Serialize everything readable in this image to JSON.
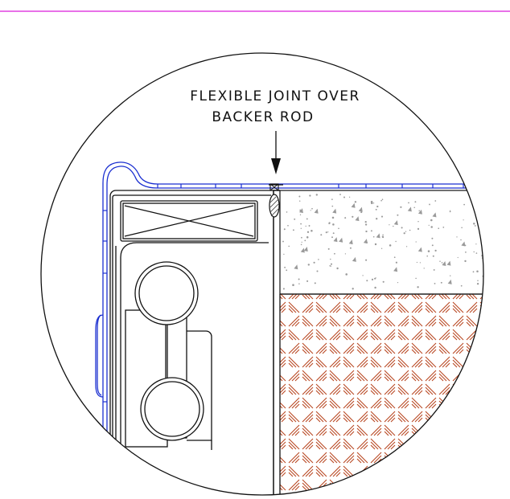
{
  "callout": {
    "line1": "FLEXIBLE JOINT OVER",
    "line2": "BACKER ROD"
  },
  "colors": {
    "border": "#e040e0",
    "outline": "#111111",
    "membrane": "#1a2ed0",
    "soil_hatch": "#b8451f",
    "aggregate": "#9a9a9a",
    "rod": "#555555"
  },
  "materials": [
    "aggregate-fill-concrete",
    "compacted-soil",
    "waterproof-membrane",
    "backer-rod"
  ]
}
